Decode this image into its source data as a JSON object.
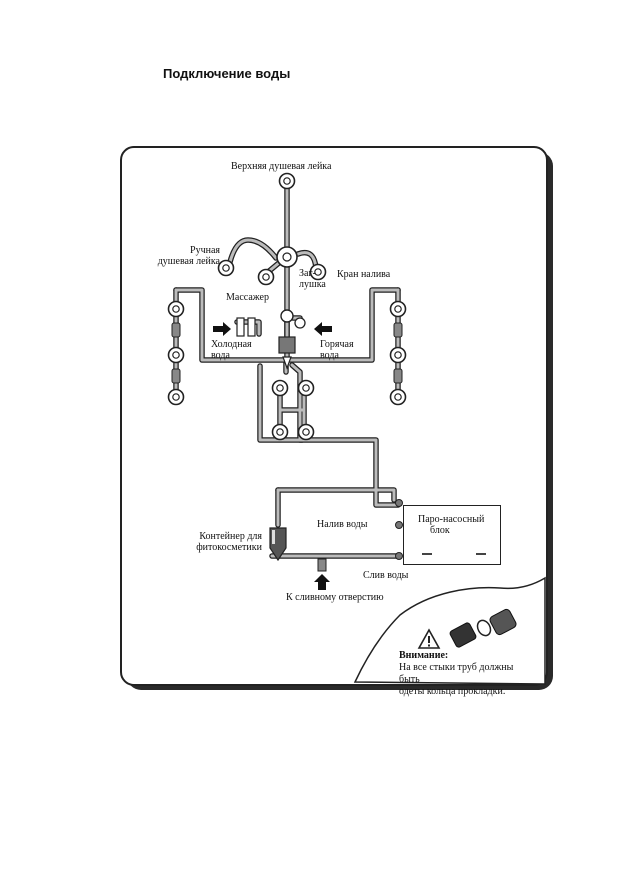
{
  "page": {
    "title": "Подключение воды"
  },
  "labels": {
    "top_shower": "Верхняя душевая лейка",
    "hand_shower_l1": "Ручная",
    "hand_shower_l2": "душевая лейка",
    "plug_l1": "Заг-",
    "plug_l2": "лушка",
    "fill_tap": "Кран налива",
    "massager": "Массажер",
    "cold_l1": "Холодная",
    "cold_l2": "вода",
    "hot_l1": "Горячая",
    "hot_l2": "вода",
    "container_l1": "Контейнер для",
    "container_l2": "фитокосметики",
    "water_fill": "Налив воды",
    "water_drain": "Слив воды",
    "to_drain": "К сливному отверстию",
    "unit_l1": "Паро-насосный",
    "unit_l2": "блок"
  },
  "note": {
    "title": "Внимание:",
    "line1": "На все стыки труб должны быть",
    "line2": "одеты кольца прокладки."
  },
  "colors": {
    "pipe_fill": "#bcbcbc",
    "pipe_outline": "#222222",
    "frame_shadow": "#2a2a2a"
  }
}
